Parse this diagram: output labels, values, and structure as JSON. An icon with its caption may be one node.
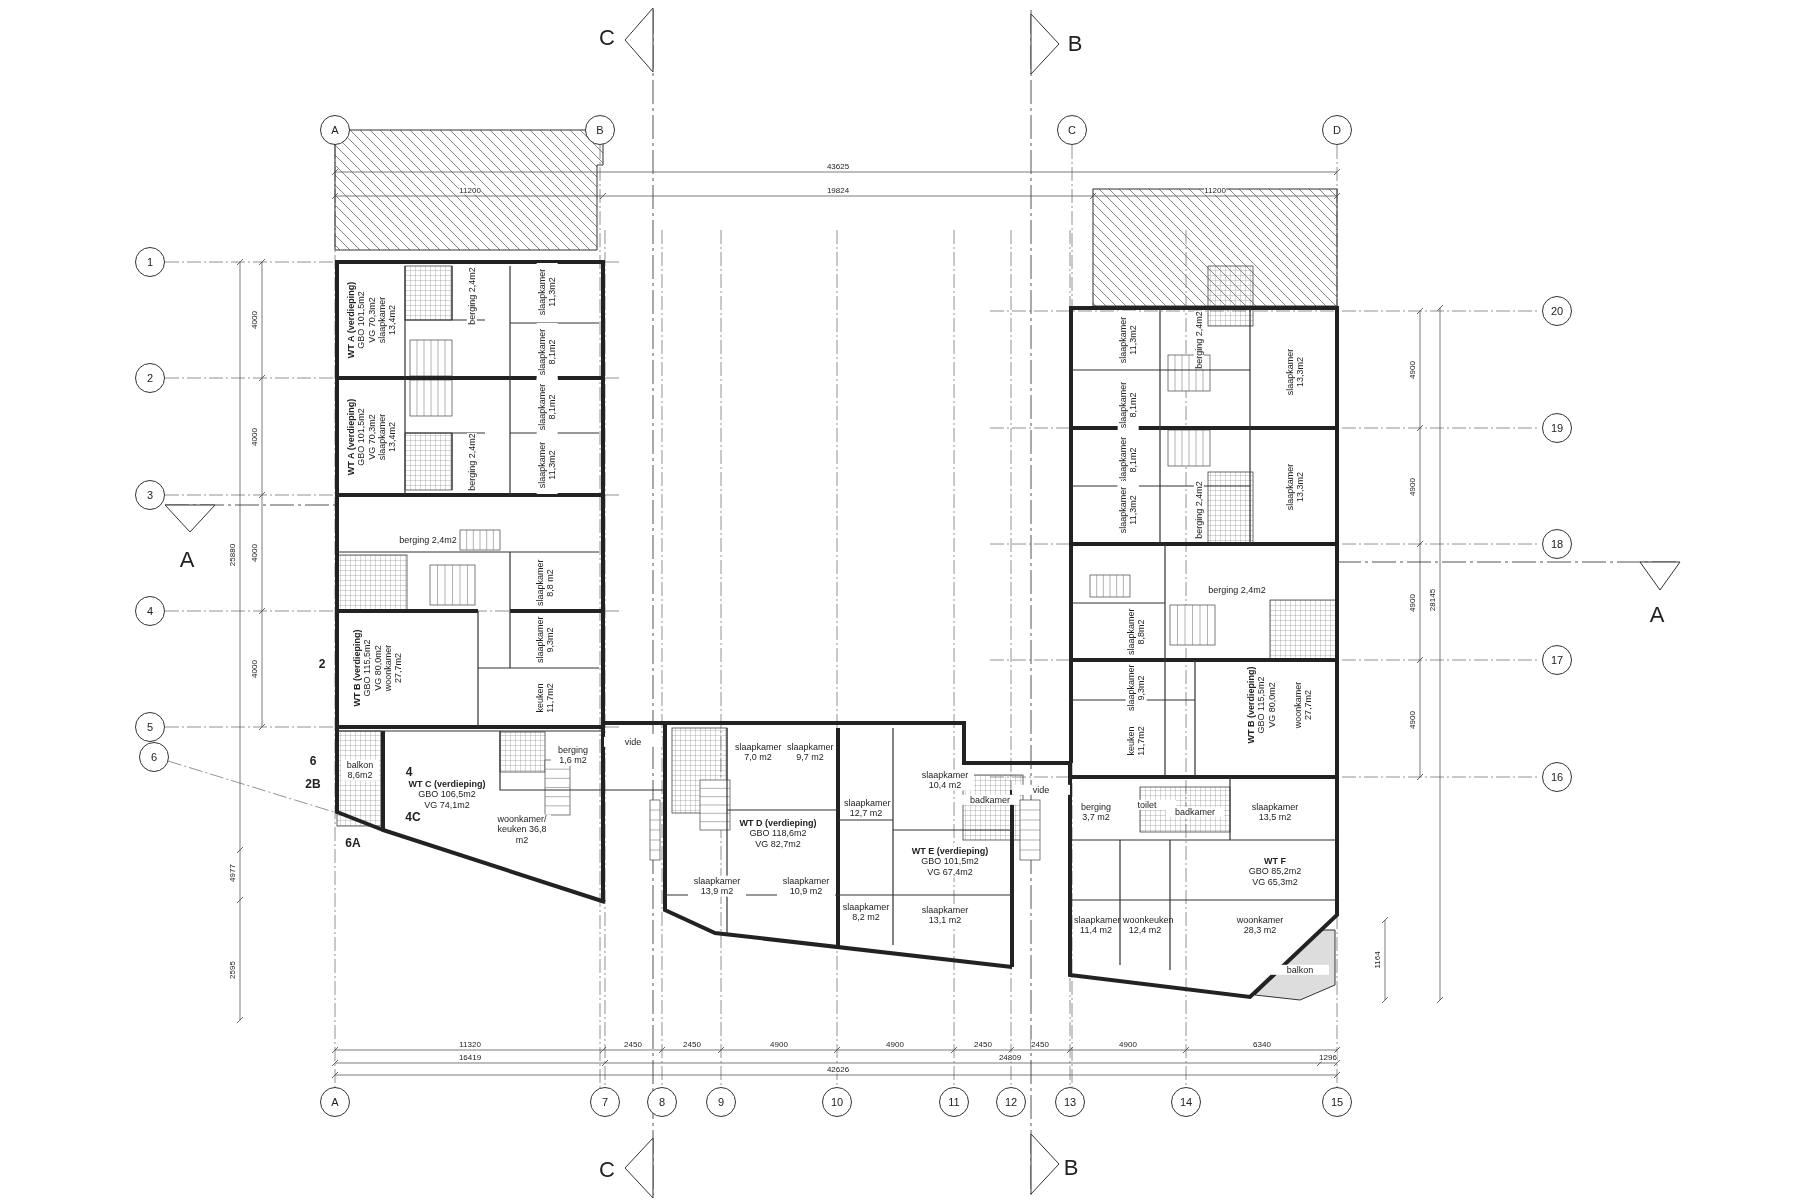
{
  "diagram": {
    "nodes": [
      {
        "text": [
          "A"
        ]
      },
      {
        "text": [
          "B"
        ]
      },
      {
        "text": [
          "C"
        ]
      },
      {
        "text": [
          "D"
        ]
      },
      {
        "text": [
          "1"
        ]
      },
      {
        "text": [
          "20"
        ]
      },
      {
        "text": [
          "2"
        ]
      },
      {
        "text": [
          "19"
        ]
      },
      {
        "text": [
          "3"
        ]
      },
      {
        "text": [
          "18"
        ]
      },
      {
        "text": [
          "4"
        ]
      },
      {
        "text": [
          "17"
        ]
      },
      {
        "text": [
          "5"
        ]
      },
      {
        "text": [
          "16"
        ]
      },
      {
        "text": [
          "6"
        ]
      },
      {
        "text": [
          "A"
        ]
      },
      {
        "text": [
          "7"
        ]
      },
      {
        "text": [
          "8"
        ]
      },
      {
        "text": [
          "9"
        ]
      },
      {
        "text": [
          "10"
        ]
      },
      {
        "text": [
          "11"
        ]
      },
      {
        "text": [
          "12"
        ]
      },
      {
        "text": [
          "13"
        ]
      },
      {
        "text": [
          "14"
        ]
      },
      {
        "text": [
          "15"
        ]
      },
      {
        "text": [
          "WT A (verdieping)",
          "GBO 101,5m2",
          "VG 70,3m2",
          "slaapkamer 13,4m2"
        ]
      },
      {
        "text": [
          "berging 2,4m2"
        ]
      },
      {
        "text": [
          "slaapkamer 11,3m2"
        ]
      },
      {
        "text": [
          "slaapkamer 8,1m2"
        ]
      },
      {
        "text": [
          "WT A (verdieping)",
          "GBO 101,5m2",
          "VG 70,3m2",
          "slaapkamer 13,4m2"
        ]
      },
      {
        "text": [
          "slaapkamer 8,1m2"
        ]
      },
      {
        "text": [
          "berging 2,4m2"
        ]
      },
      {
        "text": [
          "slaapkamer 11,3m2"
        ]
      },
      {
        "text": [
          "berging 2,4m2"
        ]
      },
      {
        "text": [
          "slaapkamer 8,8 m2"
        ]
      },
      {
        "text": [
          "WT B (verdieping)",
          "GBO 115,5m2",
          "VG 80,0m2",
          "woonkamer 27,7m2"
        ]
      },
      {
        "text": [
          "slaapkamer 9,3m2"
        ]
      },
      {
        "text": [
          "keuken 11,7m2"
        ]
      },
      {
        "text": [
          "balkon 8,6m2"
        ]
      },
      {
        "text": [
          "WT C (verdieping)",
          "GBO 106,5m2",
          "VG 74,1m2"
        ]
      },
      {
        "text": [
          "berging 1,6 m2"
        ]
      },
      {
        "text": [
          "woonkamer/ keuken 36,8 m2"
        ]
      },
      {
        "text": [
          "vide"
        ]
      },
      {
        "text": [
          "slaapkamer 7,0 m2"
        ]
      },
      {
        "text": [
          "slaapkamer 9,7 m2"
        ]
      },
      {
        "text": [
          "WT D (verdieping)",
          "GBO 118,6m2",
          "VG 82,7m2"
        ]
      },
      {
        "text": [
          "slaapkamer 13,9 m2"
        ]
      },
      {
        "text": [
          "slaapkamer 10,9 m2"
        ]
      },
      {
        "text": [
          "slaapkamer 12,7 m2"
        ]
      },
      {
        "text": [
          "slaapkamer 10,4 m2"
        ]
      },
      {
        "text": [
          "badkamer"
        ]
      },
      {
        "text": [
          "WT E (verdieping)",
          "GBO 101,5m2",
          "VG 67,4m2"
        ]
      },
      {
        "text": [
          "slaapkamer 8,2 m2"
        ]
      },
      {
        "text": [
          "slaapkamer 13,1 m2"
        ]
      },
      {
        "text": [
          "vide"
        ]
      },
      {
        "text": [
          "slaapkamer 11,3m2"
        ]
      },
      {
        "text": [
          "berging 2,4m2"
        ]
      },
      {
        "text": [
          "slaapkamer 13,3m2"
        ]
      },
      {
        "text": [
          "slaapkamer 8,1m2"
        ]
      },
      {
        "text": [
          "slaapkamer 8,1m2"
        ]
      },
      {
        "text": [
          "berging 2,4m2"
        ]
      },
      {
        "text": [
          "slaapkamer 13,3m2"
        ]
      },
      {
        "text": [
          "slaapkamer 11,3m2"
        ]
      },
      {
        "text": [
          "berging 2,4m2"
        ]
      },
      {
        "text": [
          "slaapkamer 8,8m2"
        ]
      },
      {
        "text": [
          "WT B (verdieping)",
          "GBO 115,5m2",
          "VG 80,0m2"
        ]
      },
      {
        "text": [
          "woonkamer 27,7m2"
        ]
      },
      {
        "text": [
          "slaapkamer 9,3m2"
        ]
      },
      {
        "text": [
          "keuken 11,7m2"
        ]
      },
      {
        "text": [
          "berging 3,7 m2"
        ]
      },
      {
        "text": [
          "toilet"
        ]
      },
      {
        "text": [
          "badkamer"
        ]
      },
      {
        "text": [
          "slaapkamer 13,5 m2"
        ]
      },
      {
        "text": [
          "WT F",
          "GBO 85,2m2",
          "VG 65,3m2"
        ]
      },
      {
        "text": [
          "slaapkamer 11,4 m2"
        ]
      },
      {
        "text": [
          "woonkeuken 12,4 m2"
        ]
      },
      {
        "text": [
          "woonkamer 28,3 m2"
        ]
      },
      {
        "text": [
          "balkon"
        ]
      }
    ],
    "labels": [
      "C",
      "B",
      "43625",
      "11200",
      "19824",
      "11200",
      "4000",
      "4000",
      "4000",
      "4000",
      "4900",
      "4900",
      "4900",
      "4900",
      "A",
      "25880",
      "28145",
      "A",
      "2",
      "6",
      "4",
      "2B",
      "4C",
      "6A",
      "4977",
      "2595",
      "1164",
      "11320",
      "2450",
      "2450",
      "4900",
      "4900",
      "2450",
      "2450",
      "4900",
      "6340",
      "16419",
      "24809",
      "1296",
      "42626",
      "C",
      "B"
    ]
  }
}
